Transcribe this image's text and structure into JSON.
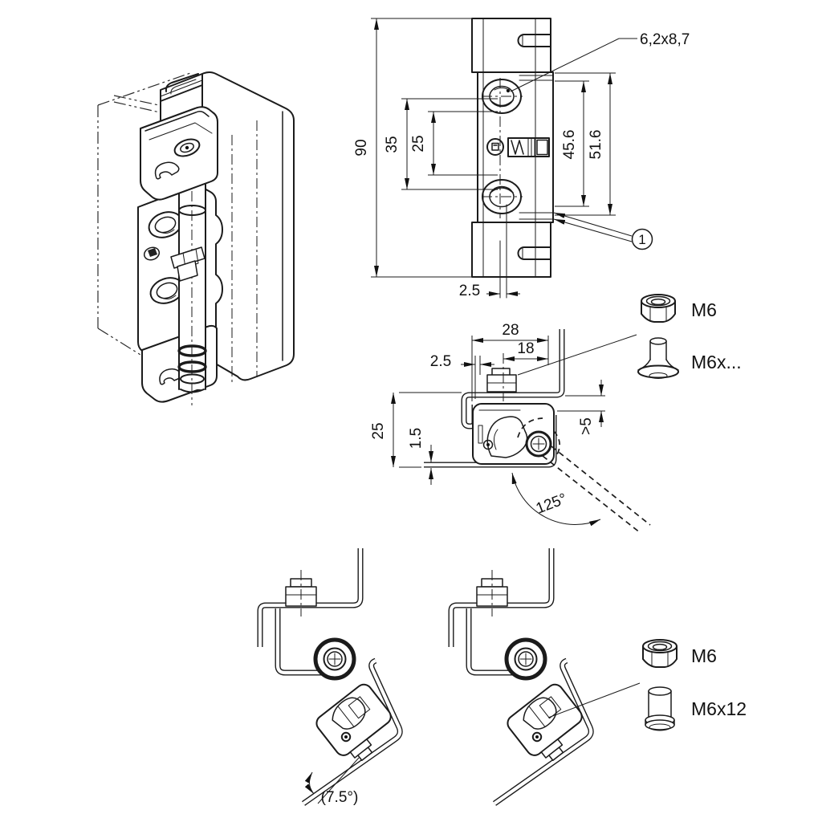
{
  "front_view": {
    "overall_height": "90",
    "hole_pitch_outer": "35",
    "hole_pitch_inner": "25",
    "dim_right_inner": "45.6",
    "dim_right_outer": "51.6",
    "slot_size": "6,2x8,7",
    "center_offset": "2.5",
    "callout": "1"
  },
  "section_view": {
    "width": "28",
    "bolt_to_edge": "18",
    "edge_offset": "2.5",
    "height": "25",
    "sheet_thickness": "1.5",
    "min_gap": ">5",
    "opening_angle": "125°"
  },
  "hardware_upper": {
    "nut": "M6",
    "screw": "M6x..."
  },
  "hardware_lower": {
    "nut": "M6",
    "screw": "M6x12"
  },
  "mounted_view": {
    "pretension_angle": "(7.5°)"
  }
}
